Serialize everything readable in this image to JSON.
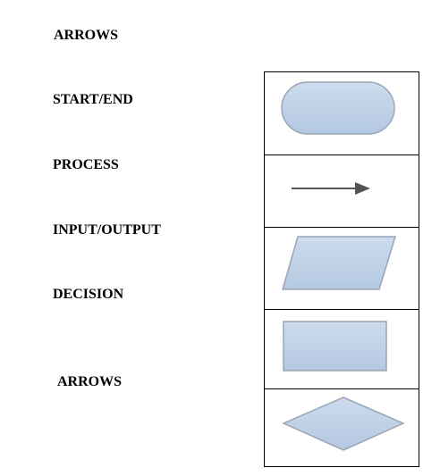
{
  "labels": [
    "ARROWS",
    "START/END",
    "PROCESS",
    "INPUT/OUTPUT",
    "DECISION",
    "ARROWS"
  ],
  "shapes": [
    "terminator-shape",
    "arrow-shape",
    "parallelogram-shape",
    "rectangle-shape",
    "diamond-shape"
  ],
  "colors": {
    "shape_fill_top": "#c9d9ec",
    "shape_fill_bottom": "#b4c9e2",
    "shape_stroke": "#9aa6b4",
    "arrow": "#555555",
    "border": "#000000"
  }
}
